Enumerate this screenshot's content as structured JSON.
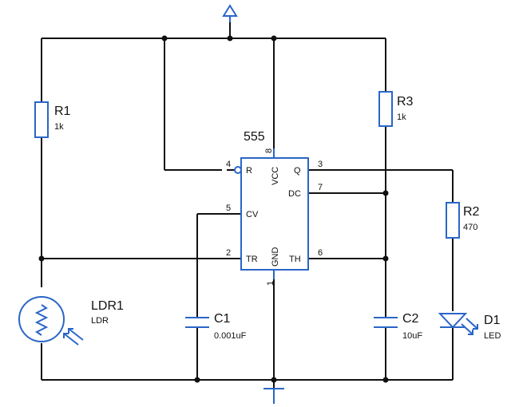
{
  "colors": {
    "wire": "#111111",
    "component": "#2a66c8",
    "background": "#ffffff"
  },
  "icons": {
    "vcc": "vcc-arrow-icon",
    "ground": "ground-icon"
  },
  "ic": {
    "ref": "555",
    "pins": {
      "reset": {
        "num": "4",
        "name": "R"
      },
      "vcc": {
        "num": "8",
        "name": "VCC"
      },
      "output": {
        "num": "3",
        "name": "Q"
      },
      "discharge": {
        "num": "7",
        "name": "DC"
      },
      "control": {
        "num": "5",
        "name": "CV"
      },
      "trigger": {
        "num": "2",
        "name": "TR"
      },
      "threshold": {
        "num": "6",
        "name": "TH"
      },
      "ground": {
        "num": "1",
        "name": "GND"
      }
    }
  },
  "components": {
    "r1": {
      "ref": "R1",
      "value": "1k"
    },
    "r3": {
      "ref": "R3",
      "value": "1k"
    },
    "r2": {
      "ref": "R2",
      "value": "470"
    },
    "ldr1": {
      "ref": "LDR1",
      "value": "LDR"
    },
    "c1": {
      "ref": "C1",
      "value": "0.001uF"
    },
    "c2": {
      "ref": "C2",
      "value": "10uF"
    },
    "d1": {
      "ref": "D1",
      "value": "LED"
    }
  }
}
